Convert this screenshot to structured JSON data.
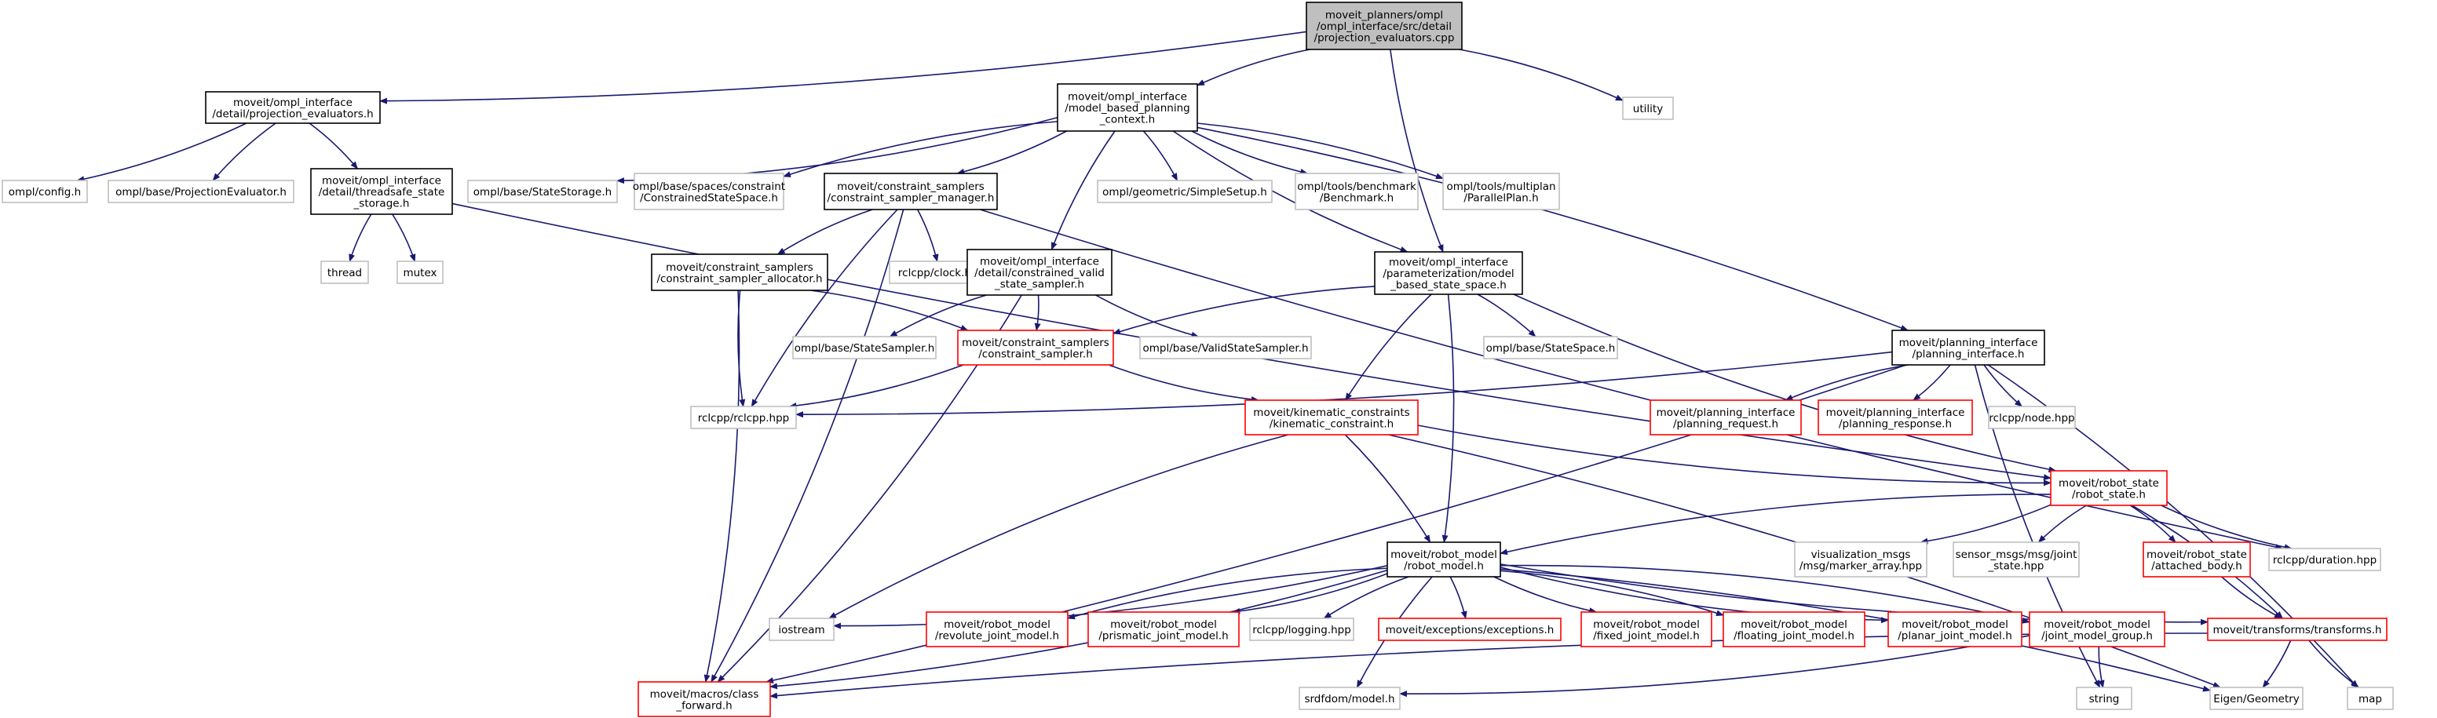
{
  "colors": {
    "edge": "#191970",
    "node_root_fill": "#bfbfbf",
    "node_root_border": "#000000",
    "node_doc_border": "#000000",
    "node_missing_border": "#ff0000",
    "node_external_border": "#bfbfbf",
    "text": "#000000"
  },
  "graph": {
    "nodes": [
      {
        "id": "root",
        "kind": "root",
        "lines": [
          "moveit_planners/ompl",
          "/ompl_interface/src/detail",
          "/projection_evaluators.cpp"
        ]
      },
      {
        "id": "pe_h",
        "kind": "doc",
        "lines": [
          "moveit/ompl_interface",
          "/detail/projection_evaluators.h"
        ]
      },
      {
        "id": "mbpc",
        "kind": "doc",
        "lines": [
          "moveit/ompl_interface",
          "/model_based_planning",
          "_context.h"
        ]
      },
      {
        "id": "utility",
        "kind": "external",
        "lines": [
          "utility"
        ]
      },
      {
        "id": "config",
        "kind": "external",
        "lines": [
          "ompl/config.h"
        ]
      },
      {
        "id": "projeval",
        "kind": "external",
        "lines": [
          "ompl/base/ProjectionEvaluator.h"
        ]
      },
      {
        "id": "tsss",
        "kind": "doc",
        "lines": [
          "moveit/ompl_interface",
          "/detail/threadsafe_state",
          "_storage.h"
        ]
      },
      {
        "id": "statestorage",
        "kind": "external",
        "lines": [
          "ompl/base/StateStorage.h"
        ]
      },
      {
        "id": "conspace",
        "kind": "external",
        "lines": [
          "ompl/base/spaces/constraint",
          "/ConstrainedStateSpace.h"
        ]
      },
      {
        "id": "csm",
        "kind": "doc",
        "lines": [
          "moveit/constraint_samplers",
          "/constraint_sampler_manager.h"
        ]
      },
      {
        "id": "simplesetup",
        "kind": "external",
        "lines": [
          "ompl/geometric/SimpleSetup.h"
        ]
      },
      {
        "id": "benchmark",
        "kind": "external",
        "lines": [
          "ompl/tools/benchmark",
          "/Benchmark.h"
        ]
      },
      {
        "id": "parallelplan",
        "kind": "external",
        "lines": [
          "ompl/tools/multiplan",
          "/ParallelPlan.h"
        ]
      },
      {
        "id": "thread",
        "kind": "external",
        "lines": [
          "thread"
        ]
      },
      {
        "id": "mutex",
        "kind": "external",
        "lines": [
          "mutex"
        ]
      },
      {
        "id": "csa",
        "kind": "doc",
        "lines": [
          "moveit/constraint_samplers",
          "/constraint_sampler_allocator.h"
        ]
      },
      {
        "id": "clock",
        "kind": "external",
        "lines": [
          "rclcpp/clock.hpp"
        ]
      },
      {
        "id": "cvss",
        "kind": "doc",
        "lines": [
          "moveit/ompl_interface",
          "/detail/constrained_valid",
          "_state_sampler.h"
        ]
      },
      {
        "id": "mbss",
        "kind": "doc",
        "lines": [
          "moveit/ompl_interface",
          "/parameterization/model",
          "_based_state_space.h"
        ]
      },
      {
        "id": "statesampler",
        "kind": "external",
        "lines": [
          "ompl/base/StateSampler.h"
        ]
      },
      {
        "id": "cs",
        "kind": "missing",
        "lines": [
          "moveit/constraint_samplers",
          "/constraint_sampler.h"
        ]
      },
      {
        "id": "validss",
        "kind": "external",
        "lines": [
          "ompl/base/ValidStateSampler.h"
        ]
      },
      {
        "id": "statespace",
        "kind": "external",
        "lines": [
          "ompl/base/StateSpace.h"
        ]
      },
      {
        "id": "pi",
        "kind": "doc",
        "lines": [
          "moveit/planning_interface",
          "/planning_interface.h"
        ]
      },
      {
        "id": "rclcpp",
        "kind": "external",
        "lines": [
          "rclcpp/rclcpp.hpp"
        ]
      },
      {
        "id": "kc",
        "kind": "missing",
        "lines": [
          "moveit/kinematic_constraints",
          "/kinematic_constraint.h"
        ]
      },
      {
        "id": "preq",
        "kind": "missing",
        "lines": [
          "moveit/planning_interface",
          "/planning_request.h"
        ]
      },
      {
        "id": "presp",
        "kind": "missing",
        "lines": [
          "moveit/planning_interface",
          "/planning_response.h"
        ]
      },
      {
        "id": "node",
        "kind": "external",
        "lines": [
          "rclcpp/node.hpp"
        ]
      },
      {
        "id": "rs",
        "kind": "missing",
        "lines": [
          "moveit/robot_state",
          "/robot_state.h"
        ]
      },
      {
        "id": "vis",
        "kind": "external",
        "lines": [
          "visualization_msgs",
          "/msg/marker_array.hpp"
        ]
      },
      {
        "id": "sensor",
        "kind": "external",
        "lines": [
          "sensor_msgs/msg/joint",
          "_state.hpp"
        ]
      },
      {
        "id": "ab",
        "kind": "missing",
        "lines": [
          "moveit/robot_state",
          "/attached_body.h"
        ]
      },
      {
        "id": "duration",
        "kind": "external",
        "lines": [
          "rclcpp/duration.hpp"
        ]
      },
      {
        "id": "rm",
        "kind": "doc",
        "lines": [
          "moveit/robot_model",
          "/robot_model.h"
        ]
      },
      {
        "id": "iostream",
        "kind": "external",
        "lines": [
          "iostream"
        ]
      },
      {
        "id": "revolute",
        "kind": "missing",
        "lines": [
          "moveit/robot_model",
          "/revolute_joint_model.h"
        ]
      },
      {
        "id": "prismatic",
        "kind": "missing",
        "lines": [
          "moveit/robot_model",
          "/prismatic_joint_model.h"
        ]
      },
      {
        "id": "logging",
        "kind": "external",
        "lines": [
          "rclcpp/logging.hpp"
        ]
      },
      {
        "id": "exceptions",
        "kind": "missing",
        "lines": [
          "moveit/exceptions/exceptions.h"
        ]
      },
      {
        "id": "fixed",
        "kind": "missing",
        "lines": [
          "moveit/robot_model",
          "/fixed_joint_model.h"
        ]
      },
      {
        "id": "floating",
        "kind": "missing",
        "lines": [
          "moveit/robot_model",
          "/floating_joint_model.h"
        ]
      },
      {
        "id": "planar",
        "kind": "missing",
        "lines": [
          "moveit/robot_model",
          "/planar_joint_model.h"
        ]
      },
      {
        "id": "jmg",
        "kind": "missing",
        "lines": [
          "moveit/robot_model",
          "/joint_model_group.h"
        ]
      },
      {
        "id": "transforms",
        "kind": "missing",
        "lines": [
          "moveit/transforms/transforms.h"
        ]
      },
      {
        "id": "classfwd",
        "kind": "missing",
        "lines": [
          "moveit/macros/class",
          "_forward.h"
        ]
      },
      {
        "id": "srdf",
        "kind": "external",
        "lines": [
          "srdfdom/model.h"
        ]
      },
      {
        "id": "string",
        "kind": "external",
        "lines": [
          "string"
        ]
      },
      {
        "id": "eigen",
        "kind": "external",
        "lines": [
          "Eigen/Geometry"
        ]
      },
      {
        "id": "map",
        "kind": "external",
        "lines": [
          "map"
        ]
      }
    ],
    "edges": [
      [
        "root",
        "pe_h"
      ],
      [
        "root",
        "mbpc"
      ],
      [
        "root",
        "utility"
      ],
      [
        "root",
        "mbss"
      ],
      [
        "pe_h",
        "config"
      ],
      [
        "pe_h",
        "projeval"
      ],
      [
        "pe_h",
        "tsss"
      ],
      [
        "tsss",
        "thread"
      ],
      [
        "tsss",
        "mutex"
      ],
      [
        "tsss",
        "rs"
      ],
      [
        "mbpc",
        "statestorage"
      ],
      [
        "mbpc",
        "conspace"
      ],
      [
        "mbpc",
        "csm"
      ],
      [
        "mbpc",
        "cvss"
      ],
      [
        "mbpc",
        "simplesetup"
      ],
      [
        "mbpc",
        "benchmark"
      ],
      [
        "mbpc",
        "parallelplan"
      ],
      [
        "mbpc",
        "mbss"
      ],
      [
        "mbpc",
        "pi"
      ],
      [
        "csm",
        "csa"
      ],
      [
        "csm",
        "clock"
      ],
      [
        "csm",
        "rclcpp"
      ],
      [
        "csm",
        "classfwd"
      ],
      [
        "csm",
        "duration"
      ],
      [
        "csa",
        "cs"
      ],
      [
        "csa",
        "rclcpp"
      ],
      [
        "csa",
        "classfwd"
      ],
      [
        "cvss",
        "statesampler"
      ],
      [
        "cvss",
        "cs"
      ],
      [
        "cvss",
        "validss"
      ],
      [
        "cvss",
        "classfwd"
      ],
      [
        "mbss",
        "cs"
      ],
      [
        "mbss",
        "statespace"
      ],
      [
        "mbss",
        "kc"
      ],
      [
        "mbss",
        "rm"
      ],
      [
        "mbss",
        "rs"
      ],
      [
        "cs",
        "rclcpp"
      ],
      [
        "cs",
        "kc"
      ],
      [
        "pi",
        "rclcpp"
      ],
      [
        "pi",
        "preq"
      ],
      [
        "pi",
        "presp"
      ],
      [
        "pi",
        "node"
      ],
      [
        "pi",
        "classfwd"
      ],
      [
        "pi",
        "string"
      ],
      [
        "pi",
        "map"
      ],
      [
        "kc",
        "rs"
      ],
      [
        "kc",
        "rm"
      ],
      [
        "kc",
        "iostream"
      ],
      [
        "kc",
        "eigen"
      ],
      [
        "rs",
        "rm"
      ],
      [
        "rs",
        "vis"
      ],
      [
        "rs",
        "sensor"
      ],
      [
        "rs",
        "ab"
      ],
      [
        "rs",
        "duration"
      ],
      [
        "rs",
        "transforms"
      ],
      [
        "ab",
        "transforms"
      ],
      [
        "rm",
        "iostream"
      ],
      [
        "rm",
        "revolute"
      ],
      [
        "rm",
        "prismatic"
      ],
      [
        "rm",
        "logging"
      ],
      [
        "rm",
        "exceptions"
      ],
      [
        "rm",
        "fixed"
      ],
      [
        "rm",
        "floating"
      ],
      [
        "rm",
        "planar"
      ],
      [
        "rm",
        "jmg"
      ],
      [
        "rm",
        "transforms"
      ],
      [
        "rm",
        "classfwd"
      ],
      [
        "rm",
        "srdf"
      ],
      [
        "rm",
        "eigen"
      ],
      [
        "jmg",
        "string"
      ],
      [
        "jmg",
        "srdf"
      ],
      [
        "transforms",
        "classfwd"
      ],
      [
        "transforms",
        "eigen"
      ],
      [
        "transforms",
        "map"
      ]
    ]
  }
}
